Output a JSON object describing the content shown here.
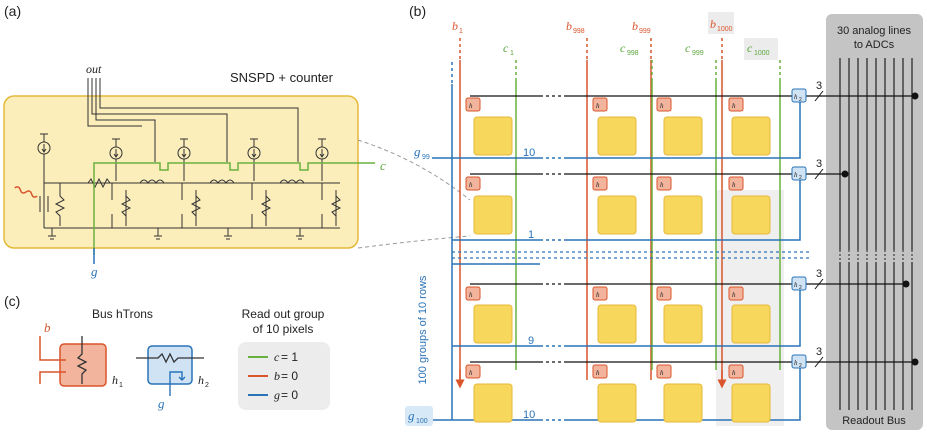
{
  "panels": {
    "a": "(a)",
    "b": "(b)",
    "c": "(c)"
  },
  "colors": {
    "orange": "#d9552b",
    "green": "#6ab23f",
    "blue": "#2a73b8",
    "yellow_fill": "#fbeebb",
    "yellow_stroke": "#e6b83a",
    "pixel_fill": "#f8d85c"
  },
  "panel_a": {
    "out_label": "out",
    "box_title": "SNSPD + counter",
    "c_label": "c",
    "g_label": "g"
  },
  "panel_b": {
    "columns": [
      {
        "b": "b",
        "b_sub": "1",
        "c": "c",
        "c_sub": "1"
      },
      {
        "b": "b",
        "b_sub": "998",
        "c": "c",
        "c_sub": "998"
      },
      {
        "b": "b",
        "b_sub": "999",
        "c": "c",
        "c_sub": "999"
      },
      {
        "b": "b",
        "b_sub": "1000",
        "c": "c",
        "c_sub": "1000"
      }
    ],
    "g_top": "g",
    "g_top_sub": "99",
    "g_bottom": "g",
    "g_bottom_sub": "100",
    "row_counts": [
      "10",
      "1",
      "9",
      "10"
    ],
    "bus_width": "3",
    "h1": "h",
    "h1_sub": "1",
    "h2": "h",
    "h2_sub": "2",
    "side_label": "100 groups of 10 rows",
    "readout_title_line1": "30 analog lines",
    "readout_title_line2": "to ADCs",
    "readout_footer": "Readout Bus"
  },
  "panel_c": {
    "title": "Bus hTrons",
    "b_label": "b",
    "g_label": "g",
    "h1": "h",
    "h1_sub": "1",
    "h2": "h",
    "h2_sub": "2",
    "legend_title_line1": "Read out group",
    "legend_title_line2": "of 10 pixels",
    "legend": [
      {
        "var": "c",
        "rest": " = 1",
        "color": "green"
      },
      {
        "var": "b",
        "rest": " = 0",
        "color": "orange"
      },
      {
        "var": "g",
        "rest": " = 0",
        "color": "blue"
      }
    ]
  }
}
